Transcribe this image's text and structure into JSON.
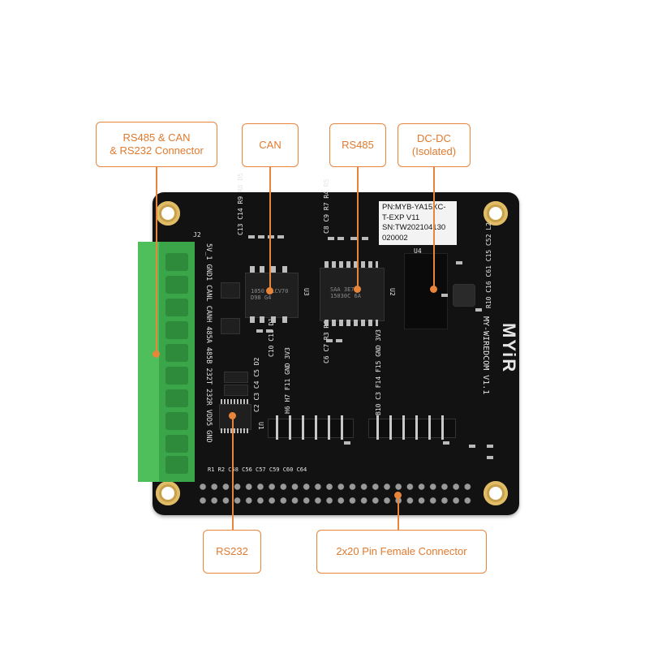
{
  "labels": {
    "connector": "RS485 & CAN\n& RS232 Connector",
    "can": "CAN",
    "rs485": "RS485",
    "dcdc": "DC-DC\n(Isolated)",
    "rs232": "RS232",
    "header": "2x20 Pin Female Connector"
  },
  "sticker": {
    "line1": "PN:MYB-YA15XC-",
    "line2": "T-EXP V11",
    "line3": "SN:TW202104130",
    "line4": "020002"
  },
  "board": {
    "logo": "MYiR",
    "name": "MY-WIREDCOM V1.1",
    "j2": "J2",
    "pins_label": "5V_1  GND1 CANL CANH 485A 485B 232T 232R VDD5 GND",
    "u1": "U1",
    "u2": "U2",
    "u3": "U3",
    "u4": "U4",
    "chip_u3": "1050 TLCV70 D98 G4",
    "chip_u2": "SAA 3E7 15030C 6A",
    "hdr1": "H6 H7 F11 GND 3V3",
    "hdr2": "B10 C3 F14 F15 GND 3V3",
    "silk_top1": "C13 C14 R9 R8 D5",
    "silk_top2": "C8 C9 R7 R4 R5",
    "silk_mid": "C10 C11 D1 D12",
    "silk_low": "C6 C7 R3 R6",
    "silk_rs232": "C2 C3 C4 C5 D2",
    "silk_bottom": "R1 R2 C58 C56 C57 C59 C60 C64",
    "silk_right": "R10 C16 C61 C15 C52 L2"
  },
  "colors": {
    "accent": "#e8853a",
    "board": "#121212",
    "terminal": "#4fbf5c"
  }
}
